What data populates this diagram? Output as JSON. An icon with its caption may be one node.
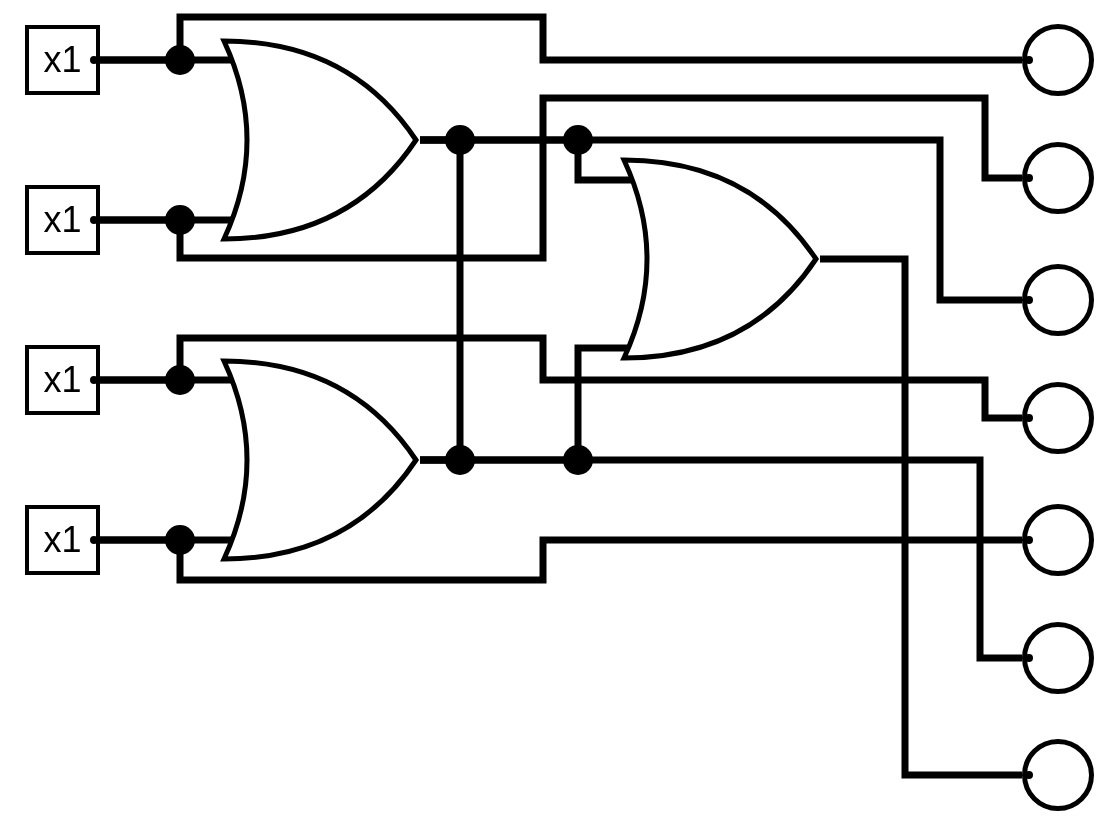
{
  "diagram": {
    "nodes": [
      {
        "text": [
          "x1"
        ]
      },
      {
        "text": [
          "x1"
        ]
      },
      {
        "text": [
          "x1"
        ]
      },
      {
        "text": [
          "x1"
        ]
      },
      {
        "text": [],
        "shape": "gate"
      },
      {
        "text": [],
        "shape": "gate"
      },
      {
        "text": [],
        "shape": "gate"
      },
      {
        "text": [],
        "shape": "circle"
      },
      {
        "text": [],
        "shape": "circle"
      },
      {
        "text": [],
        "shape": "circle"
      },
      {
        "text": [],
        "shape": "circle"
      },
      {
        "text": [],
        "shape": "circle"
      },
      {
        "text": [],
        "shape": "circle"
      },
      {
        "text": [],
        "shape": "circle"
      }
    ],
    "edges": [
      {
        "from": 0,
        "to": 7,
        "arrow": "none"
      },
      {
        "from": 0,
        "to": 4,
        "arrow": "none"
      },
      {
        "from": 1,
        "to": 4,
        "arrow": "none"
      },
      {
        "from": 1,
        "to": 8,
        "arrow": "none"
      },
      {
        "from": 2,
        "to": 5,
        "arrow": "none"
      },
      {
        "from": 2,
        "to": 10,
        "arrow": "none"
      },
      {
        "from": 3,
        "to": 5,
        "arrow": "none"
      },
      {
        "from": 3,
        "to": 11,
        "arrow": "none"
      },
      {
        "from": 4,
        "to": 9,
        "arrow": "none"
      },
      {
        "from": 4,
        "to": 6,
        "arrow": "none"
      },
      {
        "from": 4,
        "to": 5,
        "arrow": "none"
      },
      {
        "from": 5,
        "to": 12,
        "arrow": "none"
      },
      {
        "from": 5,
        "to": 6,
        "arrow": "none"
      },
      {
        "from": 6,
        "to": 13,
        "arrow": "none"
      }
    ]
  }
}
